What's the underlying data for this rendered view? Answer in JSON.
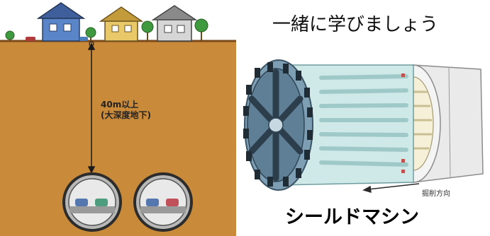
{
  "heading": "一緒に学びましょう",
  "depth_label": {
    "line1": "40m以上",
    "line2": "(大深度地下)"
  },
  "machine_title": "シールドマシン",
  "direction_label": "掘削方向",
  "colors": {
    "soil": "#c98a3a",
    "surface_line": "#7a4a1c",
    "tunnel_ring": "#2c2c2c",
    "shield_body": "#cfe8e8",
    "cutter_face": "#5f7f96"
  }
}
